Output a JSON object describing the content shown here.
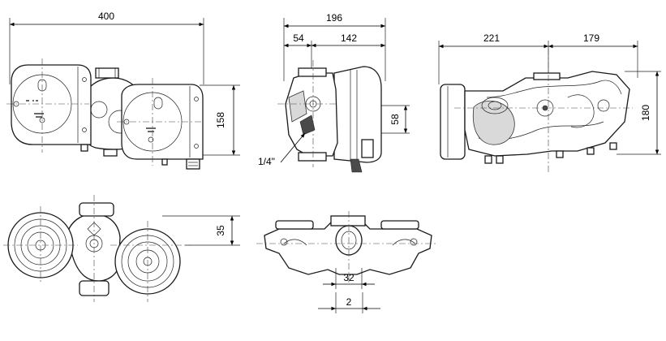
{
  "dimensions": {
    "front_width": "400",
    "front_height": "158",
    "side_total": "196",
    "side_left": "54",
    "side_right": "142",
    "side_height": "58",
    "thread": "1/4\"",
    "rear_left": "221",
    "rear_right": "179",
    "rear_height": "180",
    "top_offset": "35",
    "bottom_width": "32",
    "bottom_offset": "2"
  }
}
